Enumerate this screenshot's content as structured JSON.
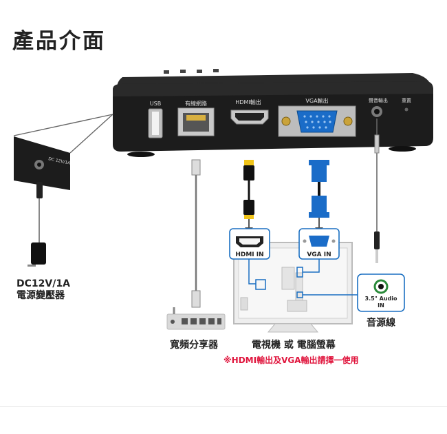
{
  "page": {
    "title": "產品介面"
  },
  "device": {
    "ports": {
      "usb": "USB",
      "lan": "有線網路",
      "hdmi": "HDMI輸出",
      "vga": "VGA輸出",
      "audio": "聲音輸出",
      "reset": "重置"
    },
    "power_label": "DC 12V/1A"
  },
  "monitor": {
    "hdmi_in": "HDMI IN",
    "vga_in": "VGA IN"
  },
  "audio_in": {
    "line1": "3.5\" Audio",
    "line2": "IN"
  },
  "captions": {
    "power": [
      "DC12V/1A",
      "電源變壓器"
    ],
    "router": "寬頻分享器",
    "tv": "電視機 或 電腦螢幕",
    "audio": "音源線",
    "note": "※HDMI輸出及VGA輸出請擇一使用"
  },
  "colors": {
    "device": "#1c1c1c",
    "accent_blue": "#1a6fc2",
    "vga_blue": "#1a6cc8",
    "hdmi_yellow": "#f0c419",
    "note_red": "#e0143c"
  }
}
